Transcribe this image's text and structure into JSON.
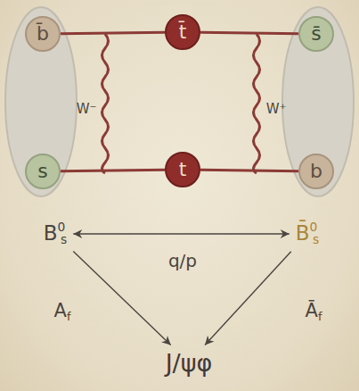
{
  "diagram": {
    "nodes": [
      {
        "text": [
          "b̄"
        ]
      },
      {
        "text": [
          "t̄"
        ]
      },
      {
        "text": [
          "s̄"
        ]
      },
      {
        "text": [
          "s"
        ]
      },
      {
        "text": [
          "t"
        ]
      },
      {
        "text": [
          "b"
        ]
      },
      {
        "text": [
          "B0s"
        ]
      },
      {
        "text": [
          "B̄0s"
        ]
      },
      {
        "text": [
          "J/ψφ"
        ]
      }
    ],
    "edges": [
      {
        "from": 0,
        "to": 1,
        "arrow": "none"
      },
      {
        "from": 1,
        "to": 2,
        "arrow": "none"
      },
      {
        "from": 3,
        "to": 4,
        "arrow": "none"
      },
      {
        "from": 4,
        "to": 5,
        "arrow": "none"
      },
      {
        "from": 6,
        "to": 7,
        "label": "q/p",
        "arrow": "both"
      },
      {
        "from": 6,
        "to": 8,
        "label": "Af",
        "arrow": "to"
      },
      {
        "from": 7,
        "to": 8,
        "label": "Āf",
        "arrow": "to"
      }
    ],
    "labels": [
      "W⁻",
      "W⁺"
    ]
  }
}
